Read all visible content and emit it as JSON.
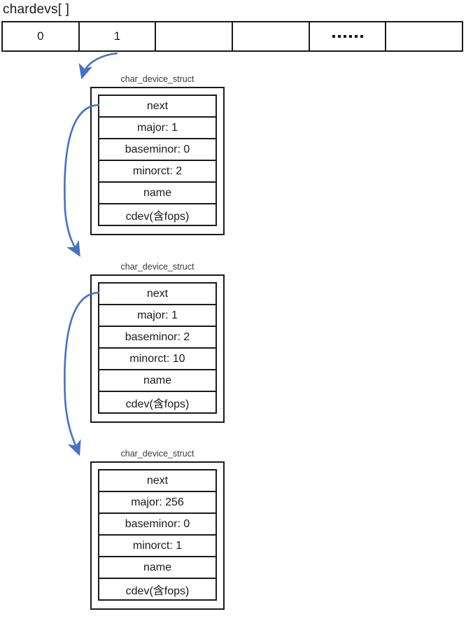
{
  "diagram": {
    "title": "chardevs[ ]",
    "accent_color": "#4472C4",
    "line_color": "#1a1a1a",
    "array": {
      "name": "chardevs-array",
      "cells": [
        {
          "label": "0",
          "kind": "index"
        },
        {
          "label": "1",
          "kind": "index"
        },
        {
          "label": "",
          "kind": "empty"
        },
        {
          "label": "",
          "kind": "empty"
        },
        {
          "label": "......",
          "kind": "ellipsis"
        },
        {
          "label": "",
          "kind": "empty"
        }
      ]
    },
    "nodes": [
      {
        "label": "char_device_struct",
        "fields": [
          "next",
          "major: 1",
          "baseminor: 0",
          "minorct: 2",
          "name",
          "cdev(含fops)"
        ]
      },
      {
        "label": "char_device_struct",
        "fields": [
          "next",
          "major: 1",
          "baseminor: 2",
          "minorct: 10",
          "name",
          "cdev(含fops)"
        ]
      },
      {
        "label": "char_device_struct",
        "fields": [
          "next",
          "major: 256",
          "baseminor: 0",
          "minorct: 1",
          "name",
          "cdev(含fops)"
        ]
      }
    ],
    "arrows": [
      {
        "name": "arrow-array-cell1-to-node1",
        "from": "chardevs[1]",
        "to": "node-1"
      },
      {
        "name": "arrow-node1-next-to-node2",
        "from": "node-1.next",
        "to": "node-2"
      },
      {
        "name": "arrow-node2-next-to-node3",
        "from": "node-2.next",
        "to": "node-3"
      }
    ]
  }
}
